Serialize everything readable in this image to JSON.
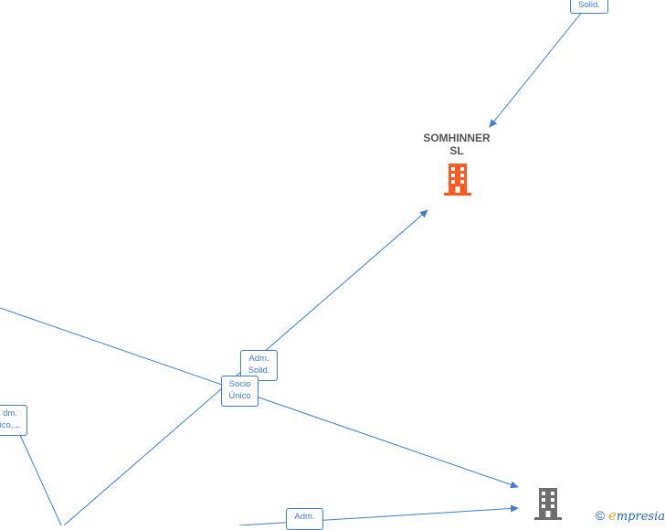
{
  "nodes": {
    "main_company": {
      "name_line1": "SOMHINNER",
      "name_line2": "SL",
      "icon": "building-icon",
      "color": "#ff5a1f"
    },
    "other_company": {
      "icon": "building-icon",
      "color": "#6e6e6e"
    }
  },
  "edge_labels": {
    "top_label": "Solid.",
    "adm_solid_line1": "Adm.",
    "adm_solid_line2": "Solid.",
    "socio_unico_line1": "Socio",
    "socio_unico_line2": "Único",
    "left_label_line1": "dm.",
    "left_label_line2": "ico,...",
    "bottom_label": "Adm."
  },
  "footer": {
    "copyright": "©",
    "brand_initial": "e",
    "brand_rest": "mpresia"
  },
  "colors": {
    "edge": "#3b7dd8",
    "accent": "#ff5a1f",
    "neutral": "#6e6e6e"
  }
}
